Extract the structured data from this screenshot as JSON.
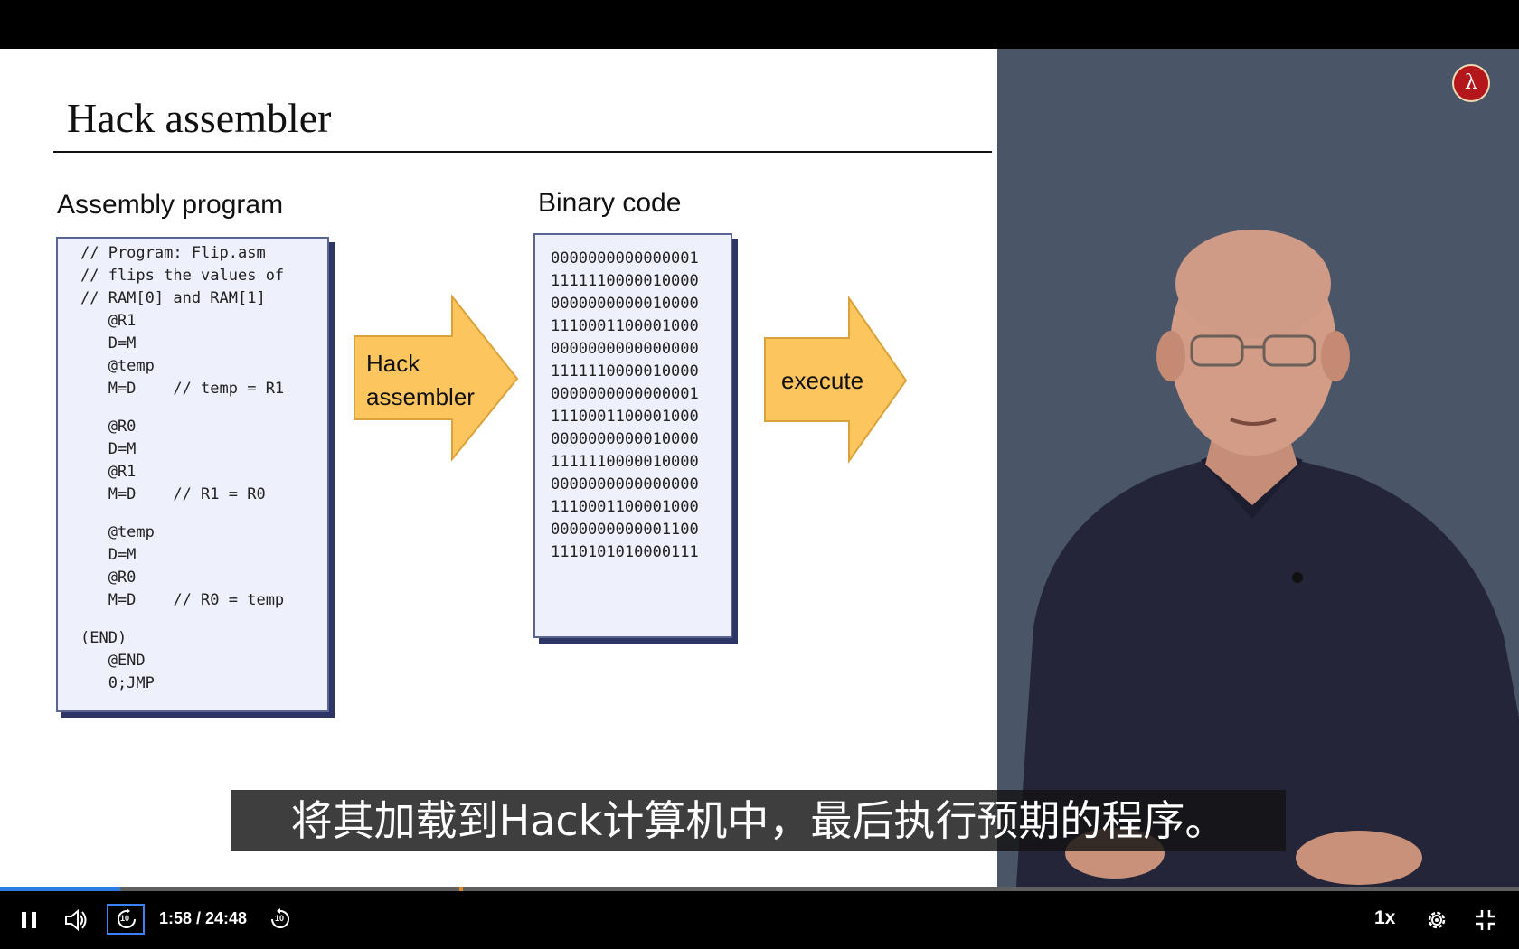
{
  "slide": {
    "title": "Hack assembler",
    "assembly_heading": "Assembly program",
    "binary_heading": "Binary code",
    "assembly_lines": [
      "// Program: Flip.asm",
      "// flips the values of",
      "// RAM[0] and RAM[1]",
      "   @R1",
      "   D=M",
      "   @temp",
      "   M=D    // temp = R1",
      "   @R0",
      "   D=M",
      "   @R1",
      "   M=D    // R1 = R0",
      "   @temp",
      "   D=M",
      "   @R0",
      "   M=D    // R0 = temp",
      "(END)",
      "   @END",
      "   0;JMP"
    ],
    "binary_lines": [
      "0000000000000001",
      "1111110000010000",
      "0000000000010000",
      "1110001100001000",
      "0000000000000000",
      "1111110000010000",
      "0000000000000001",
      "1110001100001000",
      "0000000000010000",
      "1111110000010000",
      "0000000000000000",
      "1110001100001000",
      "0000000000001100",
      "1110101010000111"
    ],
    "arrow1_label_line1": "Hack",
    "arrow1_label_line2": "assembler",
    "arrow2_label": "execute",
    "arrow_color": "#fdc55e"
  },
  "subtitle": "将其加载到Hack计算机中，最后执行预期的程序。",
  "player": {
    "current_time": "1:58",
    "duration": "24:48",
    "time_display": "1:58 / 24:48",
    "progress_fraction": 0.079,
    "speed": "1x",
    "icons": {
      "pause": "pause-icon",
      "volume": "volume-icon",
      "rewind": "rewind-10-icon",
      "forward": "forward-10-icon",
      "settings": "gear-icon",
      "fullscreen": "exit-fullscreen-icon",
      "logo": "channel-logo-icon"
    },
    "rewind_seconds": "10",
    "forward_seconds": "10"
  }
}
